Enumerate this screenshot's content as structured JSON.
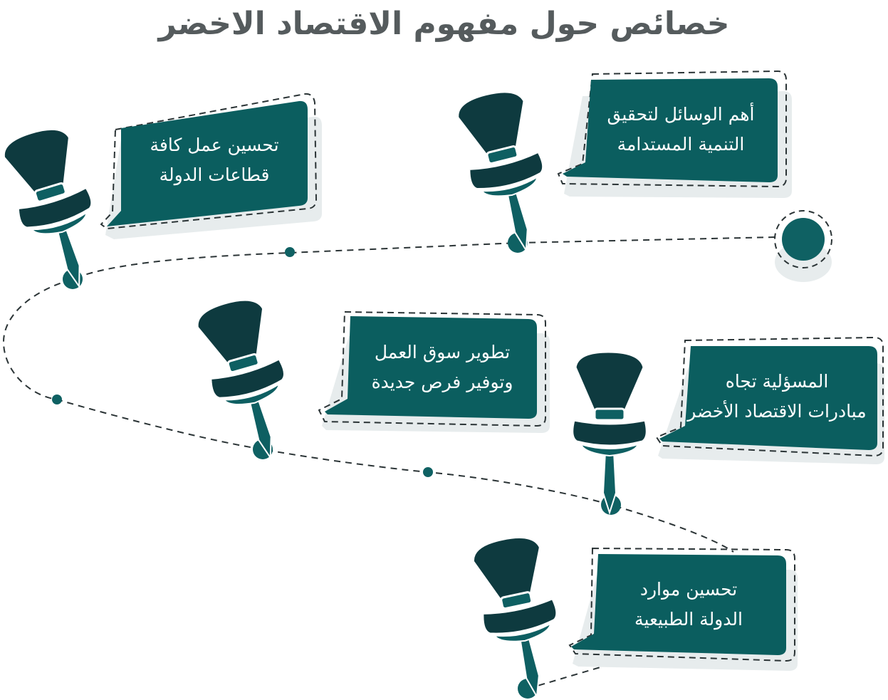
{
  "title": "خصائص حول مفهوم الاقتصاد الاخضر",
  "colors": {
    "card": "#0b5e5f",
    "pin_dark": "#0e3a3f",
    "pin_mid": "#0e5f62",
    "dot": "#0f6163",
    "line": "#2b3436",
    "shadow": "#e7eced",
    "title": "#555b5d"
  },
  "cards": [
    {
      "id": "card-sustainable-development",
      "line1": "أهم الوسائل لتحقيق",
      "line2": "التنمية المستدامة"
    },
    {
      "id": "card-state-sectors",
      "line1": "تحسين عمل كافة",
      "line2": "قطاعات الدولة"
    },
    {
      "id": "card-labor-market",
      "line1": "تطوير سوق العمل",
      "line2": "وتوفير فرص جديدة"
    },
    {
      "id": "card-responsibility",
      "line1": "المسؤلية تجاه",
      "line2": "مبادرات الاقتصاد الأخضر"
    },
    {
      "id": "card-natural-resources",
      "line1": "تحسين موارد",
      "line2": "الدولة الطبيعية"
    }
  ]
}
